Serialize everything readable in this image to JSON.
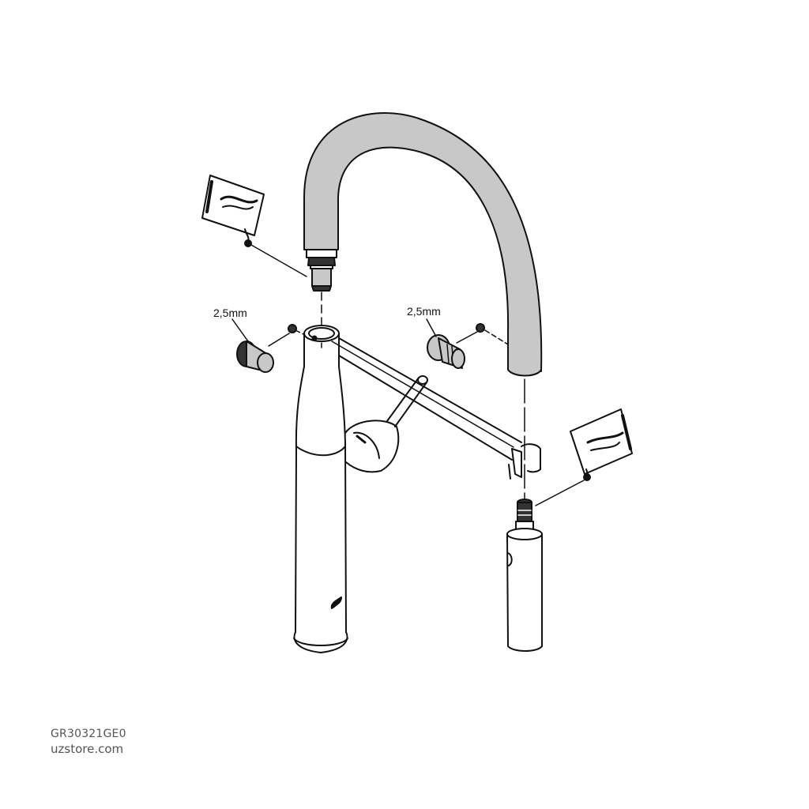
{
  "diagram": {
    "type": "exploded-view",
    "subject": "kitchen faucet with swivel spout and pull-out spray",
    "labels": {
      "left_screw_size": "2,5mm",
      "right_screw_size": "2,5mm"
    },
    "parts": [
      {
        "id": "spout",
        "name": "curved spout tube",
        "fill": "#c8c8c8"
      },
      {
        "id": "spout-connector",
        "name": "spout connector nipple"
      },
      {
        "id": "grease-packet-left",
        "name": "grease sachet (upper left)"
      },
      {
        "id": "grease-packet-right",
        "name": "grease sachet (lower right)"
      },
      {
        "id": "grub-screw-left",
        "name": "grub screw (left)"
      },
      {
        "id": "grub-screw-right",
        "name": "grub screw (right)"
      },
      {
        "id": "plug-left",
        "name": "threaded plug (left)",
        "fill": "#c8c8c8"
      },
      {
        "id": "plug-right",
        "name": "threaded plug (right)",
        "fill": "#c8c8c8"
      },
      {
        "id": "faucet-body",
        "name": "faucet body with lever"
      },
      {
        "id": "swivel-arm",
        "name": "swivel arm with holder"
      },
      {
        "id": "spray-handle",
        "name": "pull-out spray body"
      }
    ]
  },
  "footer": {
    "product_code": "GR30321GE0",
    "website": "uzstore.com"
  },
  "colors": {
    "line": "#111111",
    "part_fill": "#c8c8c8",
    "footer_text": "#555555"
  }
}
